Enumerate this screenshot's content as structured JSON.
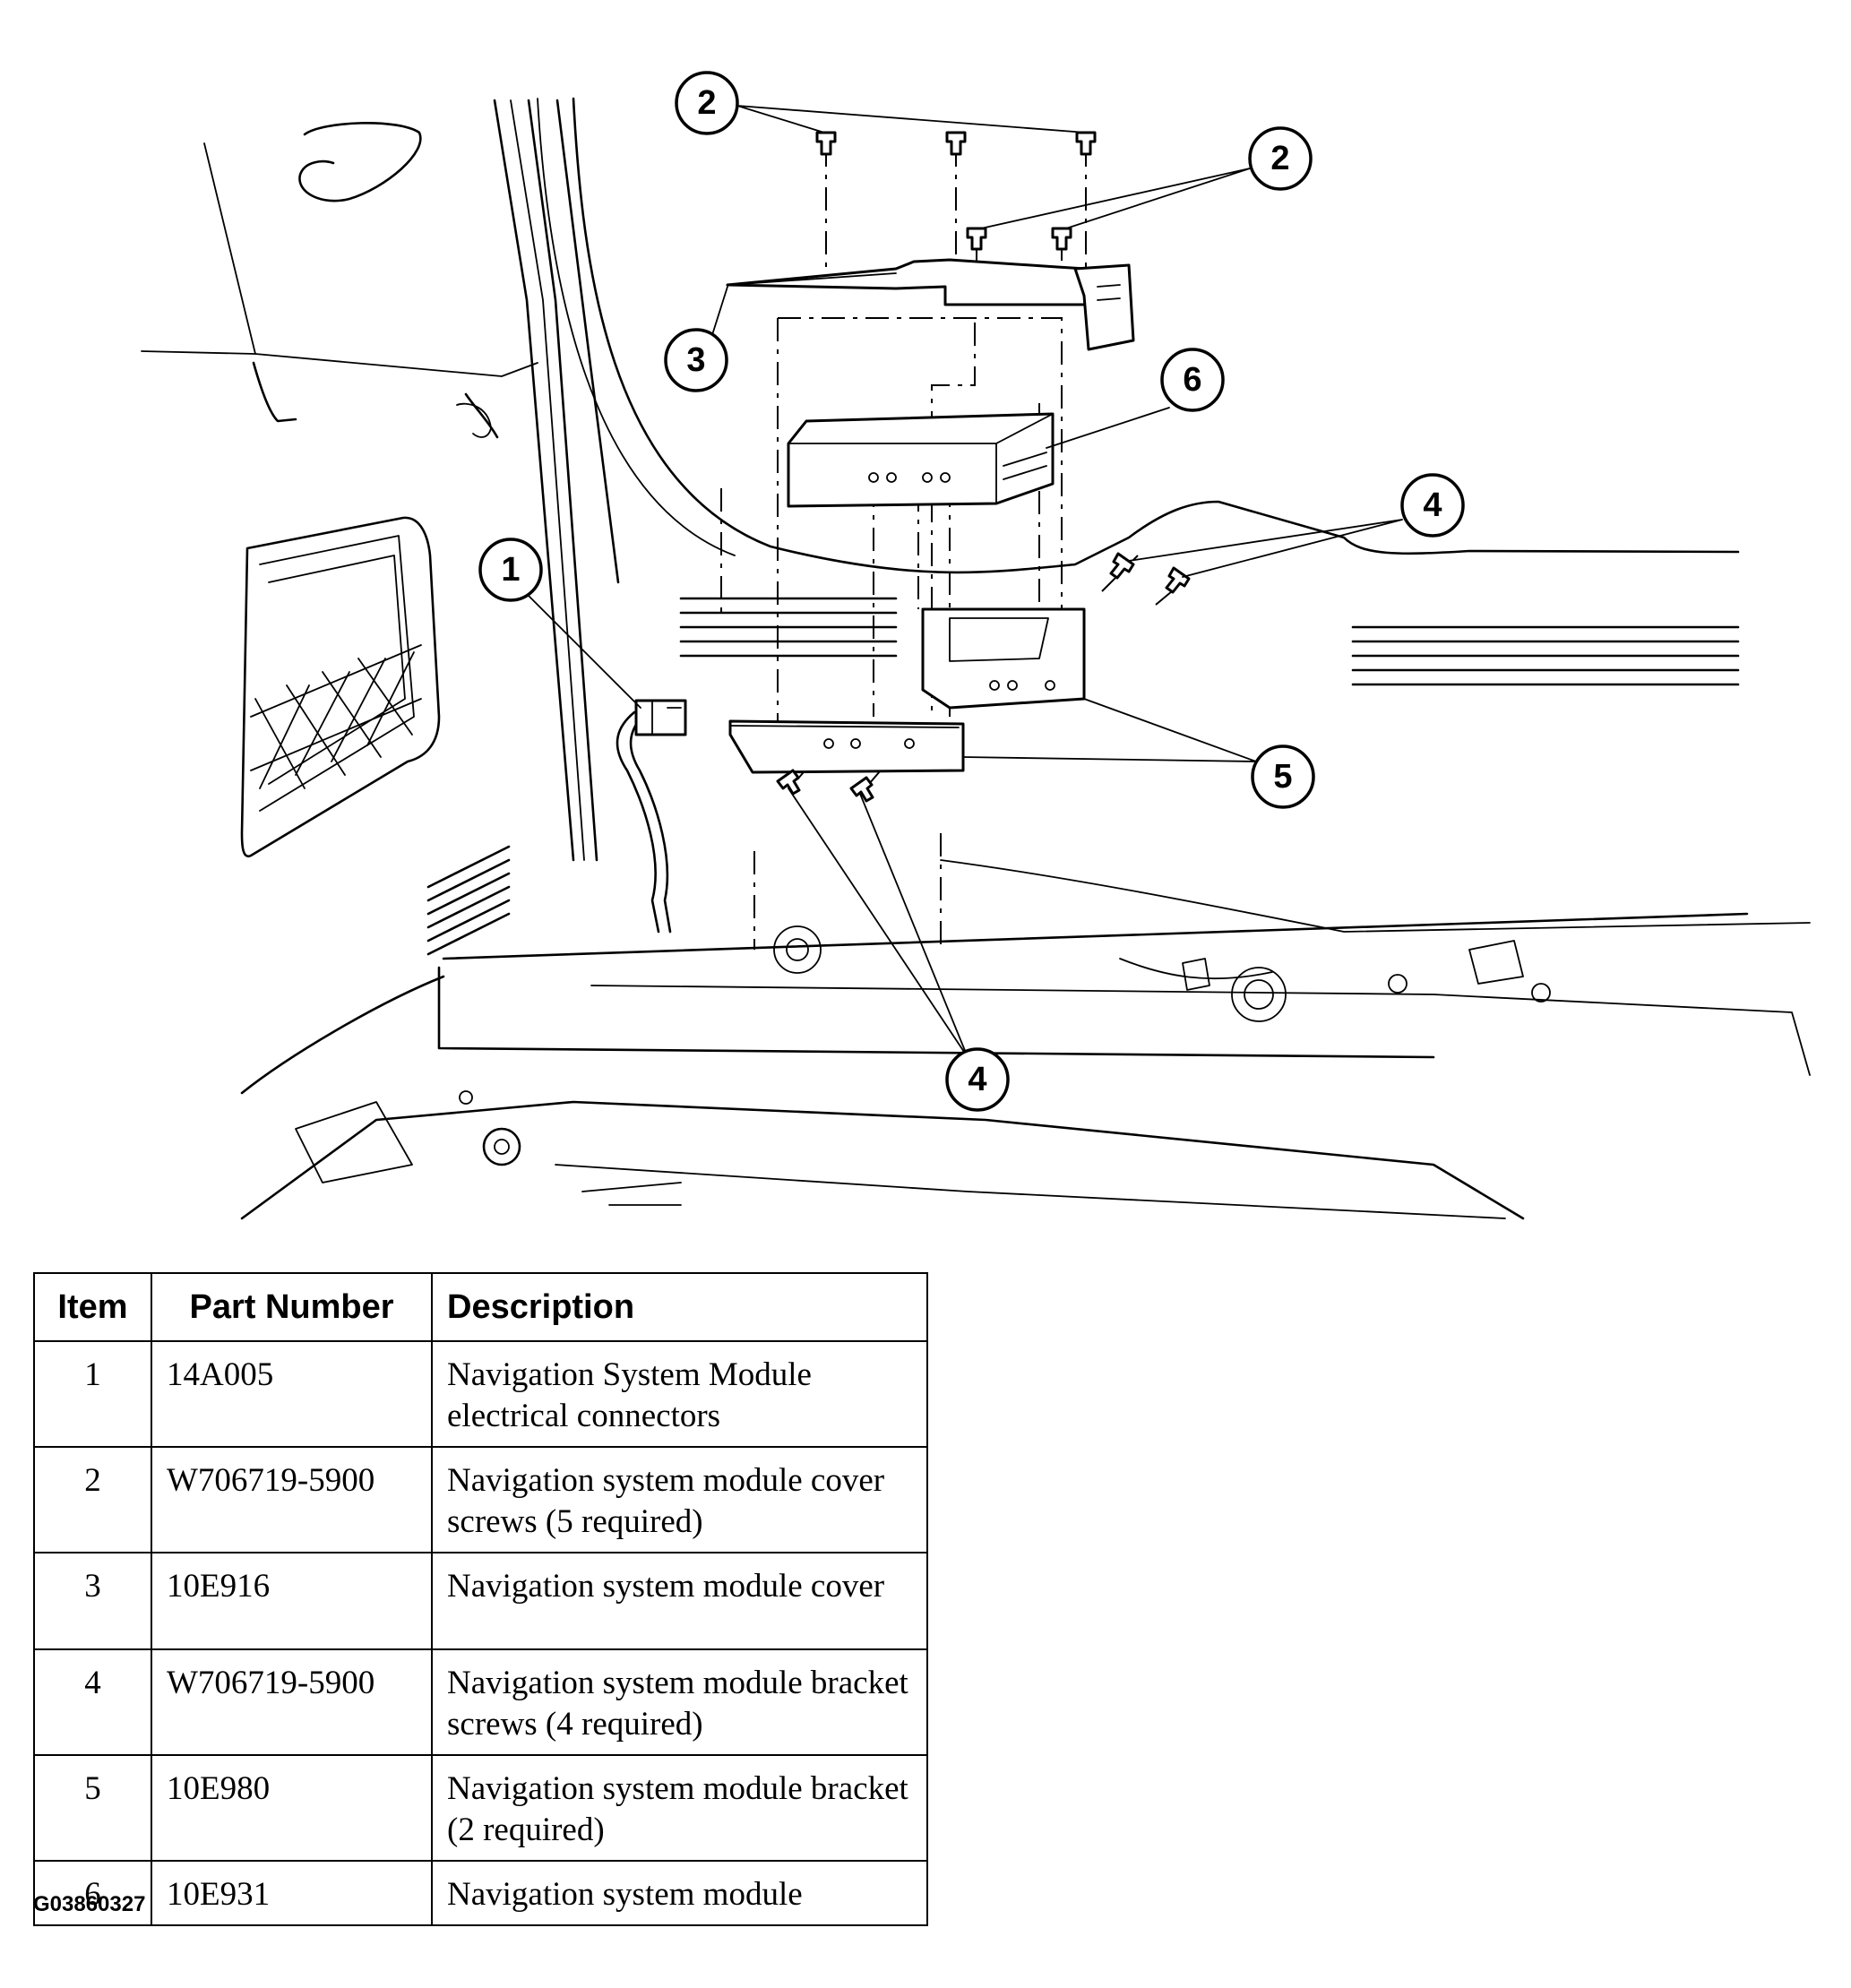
{
  "callouts": [
    "1",
    "2",
    "3",
    "4",
    "5",
    "6"
  ],
  "table": {
    "headers": {
      "item": "Item",
      "part_number": "Part Number",
      "description": "Description"
    },
    "rows": [
      {
        "item": "1",
        "part_number": "14A005",
        "description": "Navigation System Module electrical connectors"
      },
      {
        "item": "2",
        "part_number": "W706719-5900",
        "description": "Navigation system module cover screws (5 required)"
      },
      {
        "item": "3",
        "part_number": "10E916",
        "description": "Navigation system module cover"
      },
      {
        "item": "4",
        "part_number": "W706719-5900",
        "description": "Navigation system module bracket screws (4 required)"
      },
      {
        "item": "5",
        "part_number": "10E980",
        "description": "Navigation system module bracket (2 required)"
      },
      {
        "item": "6",
        "part_number": "10E931",
        "description": "Navigation system module"
      }
    ]
  },
  "figure_code": "G03860327"
}
